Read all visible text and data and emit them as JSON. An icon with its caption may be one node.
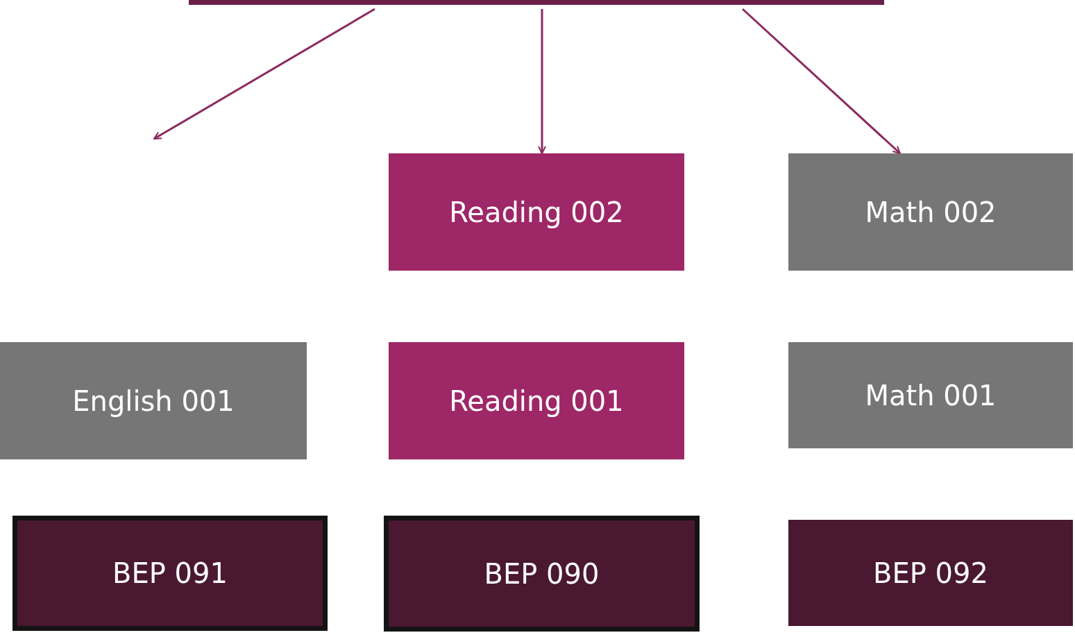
{
  "diagram": {
    "nodes": [
      {
        "text": [],
        "shape": "bar"
      },
      {
        "text": [
          "Reading 002"
        ]
      },
      {
        "text": [
          "Math 002"
        ]
      },
      {
        "text": [
          "English 001"
        ]
      },
      {
        "text": [
          "Reading 001"
        ]
      },
      {
        "text": [
          "Math 001"
        ]
      },
      {
        "text": [
          "BEP 091"
        ]
      },
      {
        "text": [
          "BEP 090"
        ]
      },
      {
        "text": [
          "BEP 092"
        ]
      }
    ],
    "edges": [
      {
        "from": 0,
        "to": null,
        "arrow": "to"
      },
      {
        "from": 0,
        "to": 1,
        "arrow": "to"
      },
      {
        "from": 0,
        "to": 2,
        "arrow": "to"
      }
    ]
  }
}
